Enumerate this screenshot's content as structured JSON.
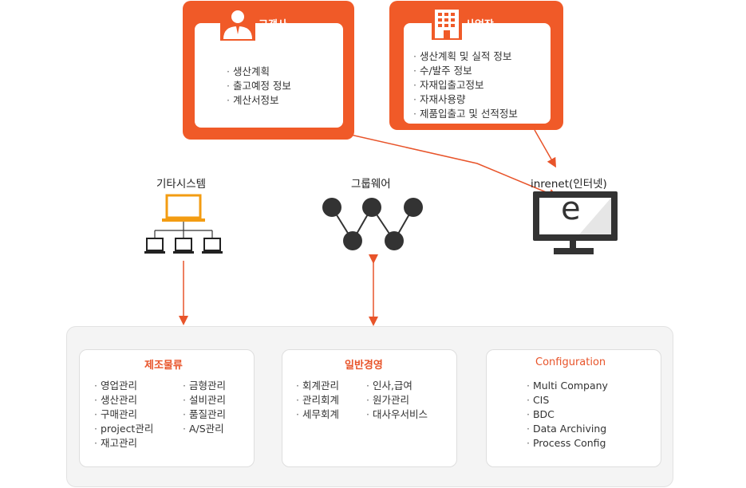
{
  "customer": {
    "title": "고객사",
    "items": [
      "생산계획",
      "출고예정 정보",
      "계산서정보"
    ]
  },
  "business": {
    "title": "사업장",
    "items": [
      "생산계획 및 실적 정보",
      "수/발주 정보",
      "자재입출고정보",
      "자재사용량",
      "제품입출고 및 선적정보"
    ]
  },
  "other_system": {
    "label": "기타시스템"
  },
  "groupware": {
    "label": "그룹웨어"
  },
  "inrenet": {
    "label": "inrenet(인터넷)",
    "screen_letter": "e"
  },
  "panels": {
    "manufacturing": {
      "title": "제조물류",
      "col1": [
        "영업관리",
        "생산관리",
        "구매관리",
        "project관리",
        "재고관리"
      ],
      "col2": [
        "금형관리",
        "설비관리",
        "품질관리",
        "A/S관리"
      ]
    },
    "general": {
      "title": "일반경영",
      "col1": [
        "회계관리",
        "관리회계",
        "세무회계"
      ],
      "col2": [
        "인사,급여",
        "원가관리",
        "대사우서비스"
      ]
    },
    "config": {
      "title": "Configuration",
      "items": [
        "Multi Company",
        "CIS",
        "BDC",
        "Data Archiving",
        "Process Config"
      ]
    }
  },
  "colors": {
    "accent": "#f05a28",
    "dark": "#333333"
  },
  "icons": [
    "person-icon",
    "building-icon",
    "laptop-icon",
    "groupware-icon",
    "monitor-icon"
  ]
}
